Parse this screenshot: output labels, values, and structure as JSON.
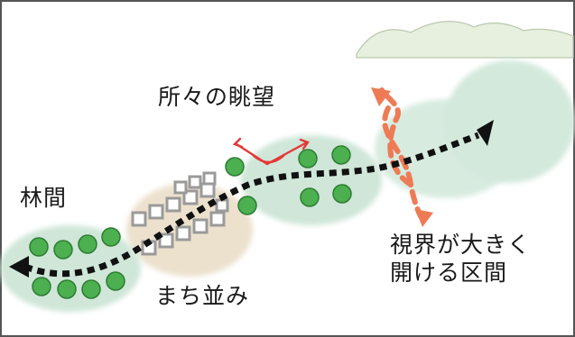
{
  "labels": {
    "view": "所々の眺望",
    "forest": "林間",
    "town": "まち並み",
    "open_line1": "視界が大きく",
    "open_line2": "開ける区間"
  },
  "colors": {
    "border": "#555555",
    "zone_green": "#cfe6d8",
    "zone_town": "#eadfcc",
    "tree": "#4caf50",
    "tree_outline": "#2e7d32",
    "building": "#9a9a9a",
    "route": "#111111",
    "view_arrow": "#e53935",
    "open_arrow": "#ee7b55",
    "mountain": "#e4eedd"
  }
}
